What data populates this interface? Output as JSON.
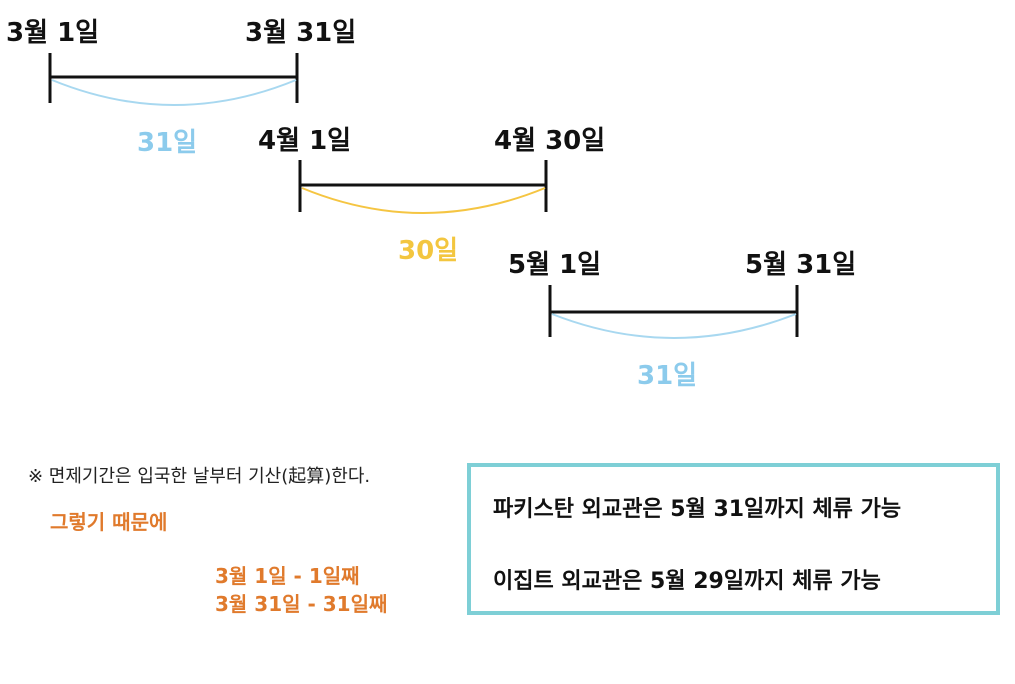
{
  "colors": {
    "line": "#111111",
    "march_arc": "#a8d8f0",
    "april_arc": "#f5c542",
    "may_arc": "#a8d8f0",
    "march_label": "#8ccbec",
    "april_label": "#f3c63f",
    "may_label": "#8ccbec",
    "orange": "#e07a2c",
    "box_border": "#7ecfd6"
  },
  "timeline": {
    "march": {
      "start": "3월 1일",
      "end": "3월 31일",
      "days": "31일"
    },
    "april": {
      "start": "4월 1일",
      "end": "4월 30일",
      "days": "30일"
    },
    "may": {
      "start": "5월 1일",
      "end": "5월 31일",
      "days": "31일"
    }
  },
  "note": "※  면제기간은 입국한 날부터 기산(起算)한다.",
  "therefore": "그렇기 때문에",
  "day_count": {
    "line1": "3월 1일 - 1일째",
    "line2": "3월 31일 - 31일째"
  },
  "info_box": {
    "line1": "파키스탄 외교관은 5월 31일까지 체류 가능",
    "line2": "이집트 외교관은 5월 29일까지 체류 가능"
  }
}
